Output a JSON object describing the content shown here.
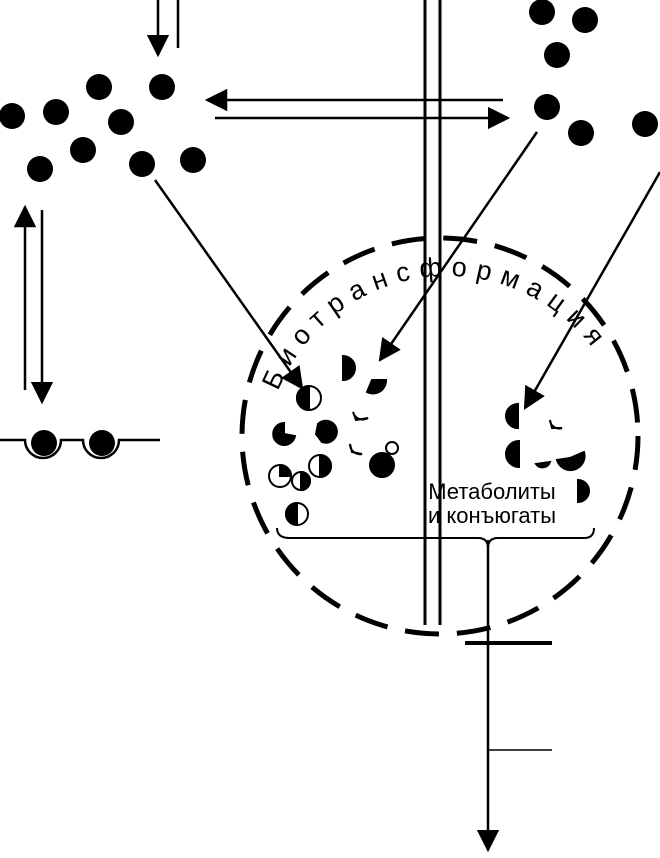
{
  "ring_label": "Биотрансформация",
  "caption": {
    "line1": "Метаболиты",
    "line2": "и конъюгаты"
  },
  "colors": {
    "ink": "#000000",
    "background": "#ffffff"
  }
}
